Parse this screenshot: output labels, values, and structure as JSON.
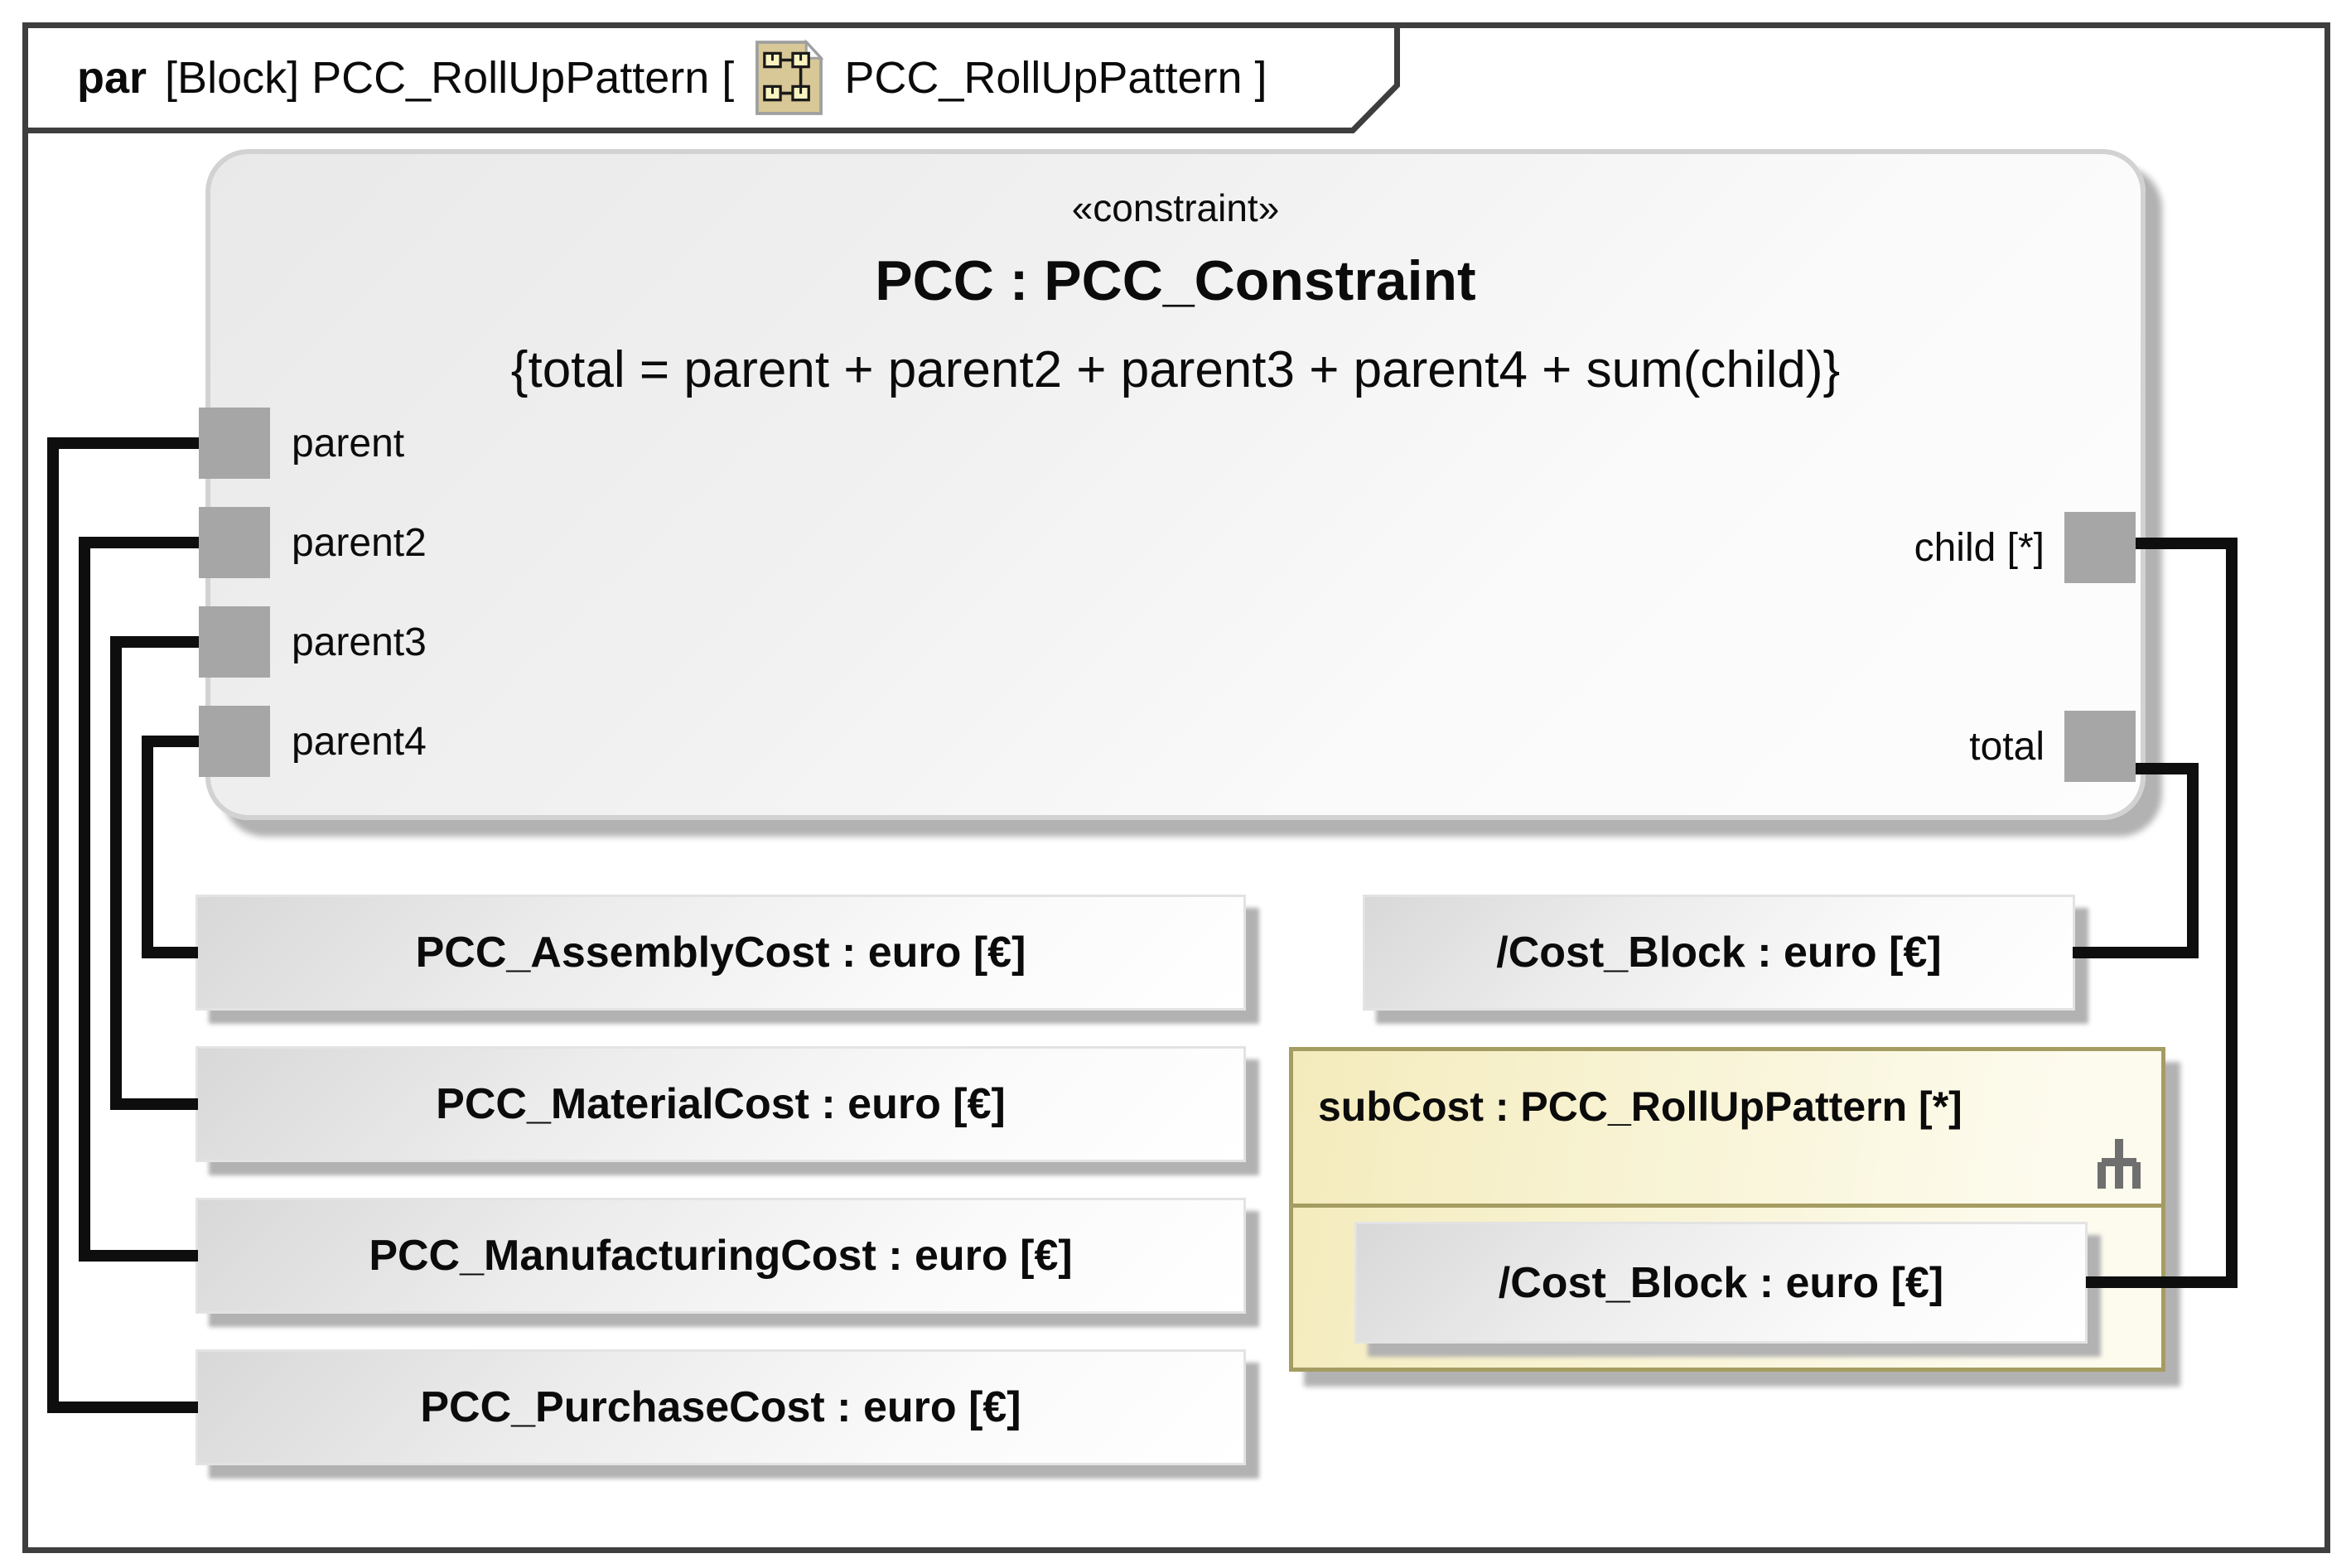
{
  "tab": {
    "keyword": "par",
    "before_icon": "[Block] PCC_RollUpPattern [",
    "after_icon": "PCC_RollUpPattern ]"
  },
  "constraint": {
    "stereotype": "«constraint»",
    "name": "PCC : PCC_Constraint",
    "equation": "{total = parent + parent2 + parent3 + parent4 + sum(child)}",
    "ports_left": [
      "parent",
      "parent2",
      "parent3",
      "parent4"
    ],
    "ports_right": [
      "child [*]",
      "total"
    ]
  },
  "value_blocks": [
    "PCC_AssemblyCost : euro [€]",
    "PCC_MaterialCost : euro [€]",
    "PCC_ManufacturingCost : euro [€]",
    "PCC_PurchaseCost : euro [€]"
  ],
  "cost_block_label": "/Cost_Block : euro [€]",
  "subcost": {
    "title": "subCost : PCC_RollUpPattern [*]",
    "inner_block": "/Cost_Block : euro [€]"
  },
  "colors": {
    "frame_border": "#3e3e3e",
    "connector": "#0e0e0e",
    "port_fill": "#a6a6a6",
    "shadow": "#b2b2b2",
    "cblock_border": "#d2d2d2",
    "cblock_fill_a": "#e9e9e9",
    "cblock_fill_b": "#fdfdfd",
    "gblock_dark": "#d8d8d8",
    "gblock_border": "#e3e3e3",
    "subcost_border": "#a59c62",
    "subcost_fill_a": "#f4ebbc",
    "subcost_fill_b": "#fdfbee",
    "icon_page": "#d9c897",
    "icon_cell": "#faf3c0",
    "rake": "#6f6f6f"
  }
}
